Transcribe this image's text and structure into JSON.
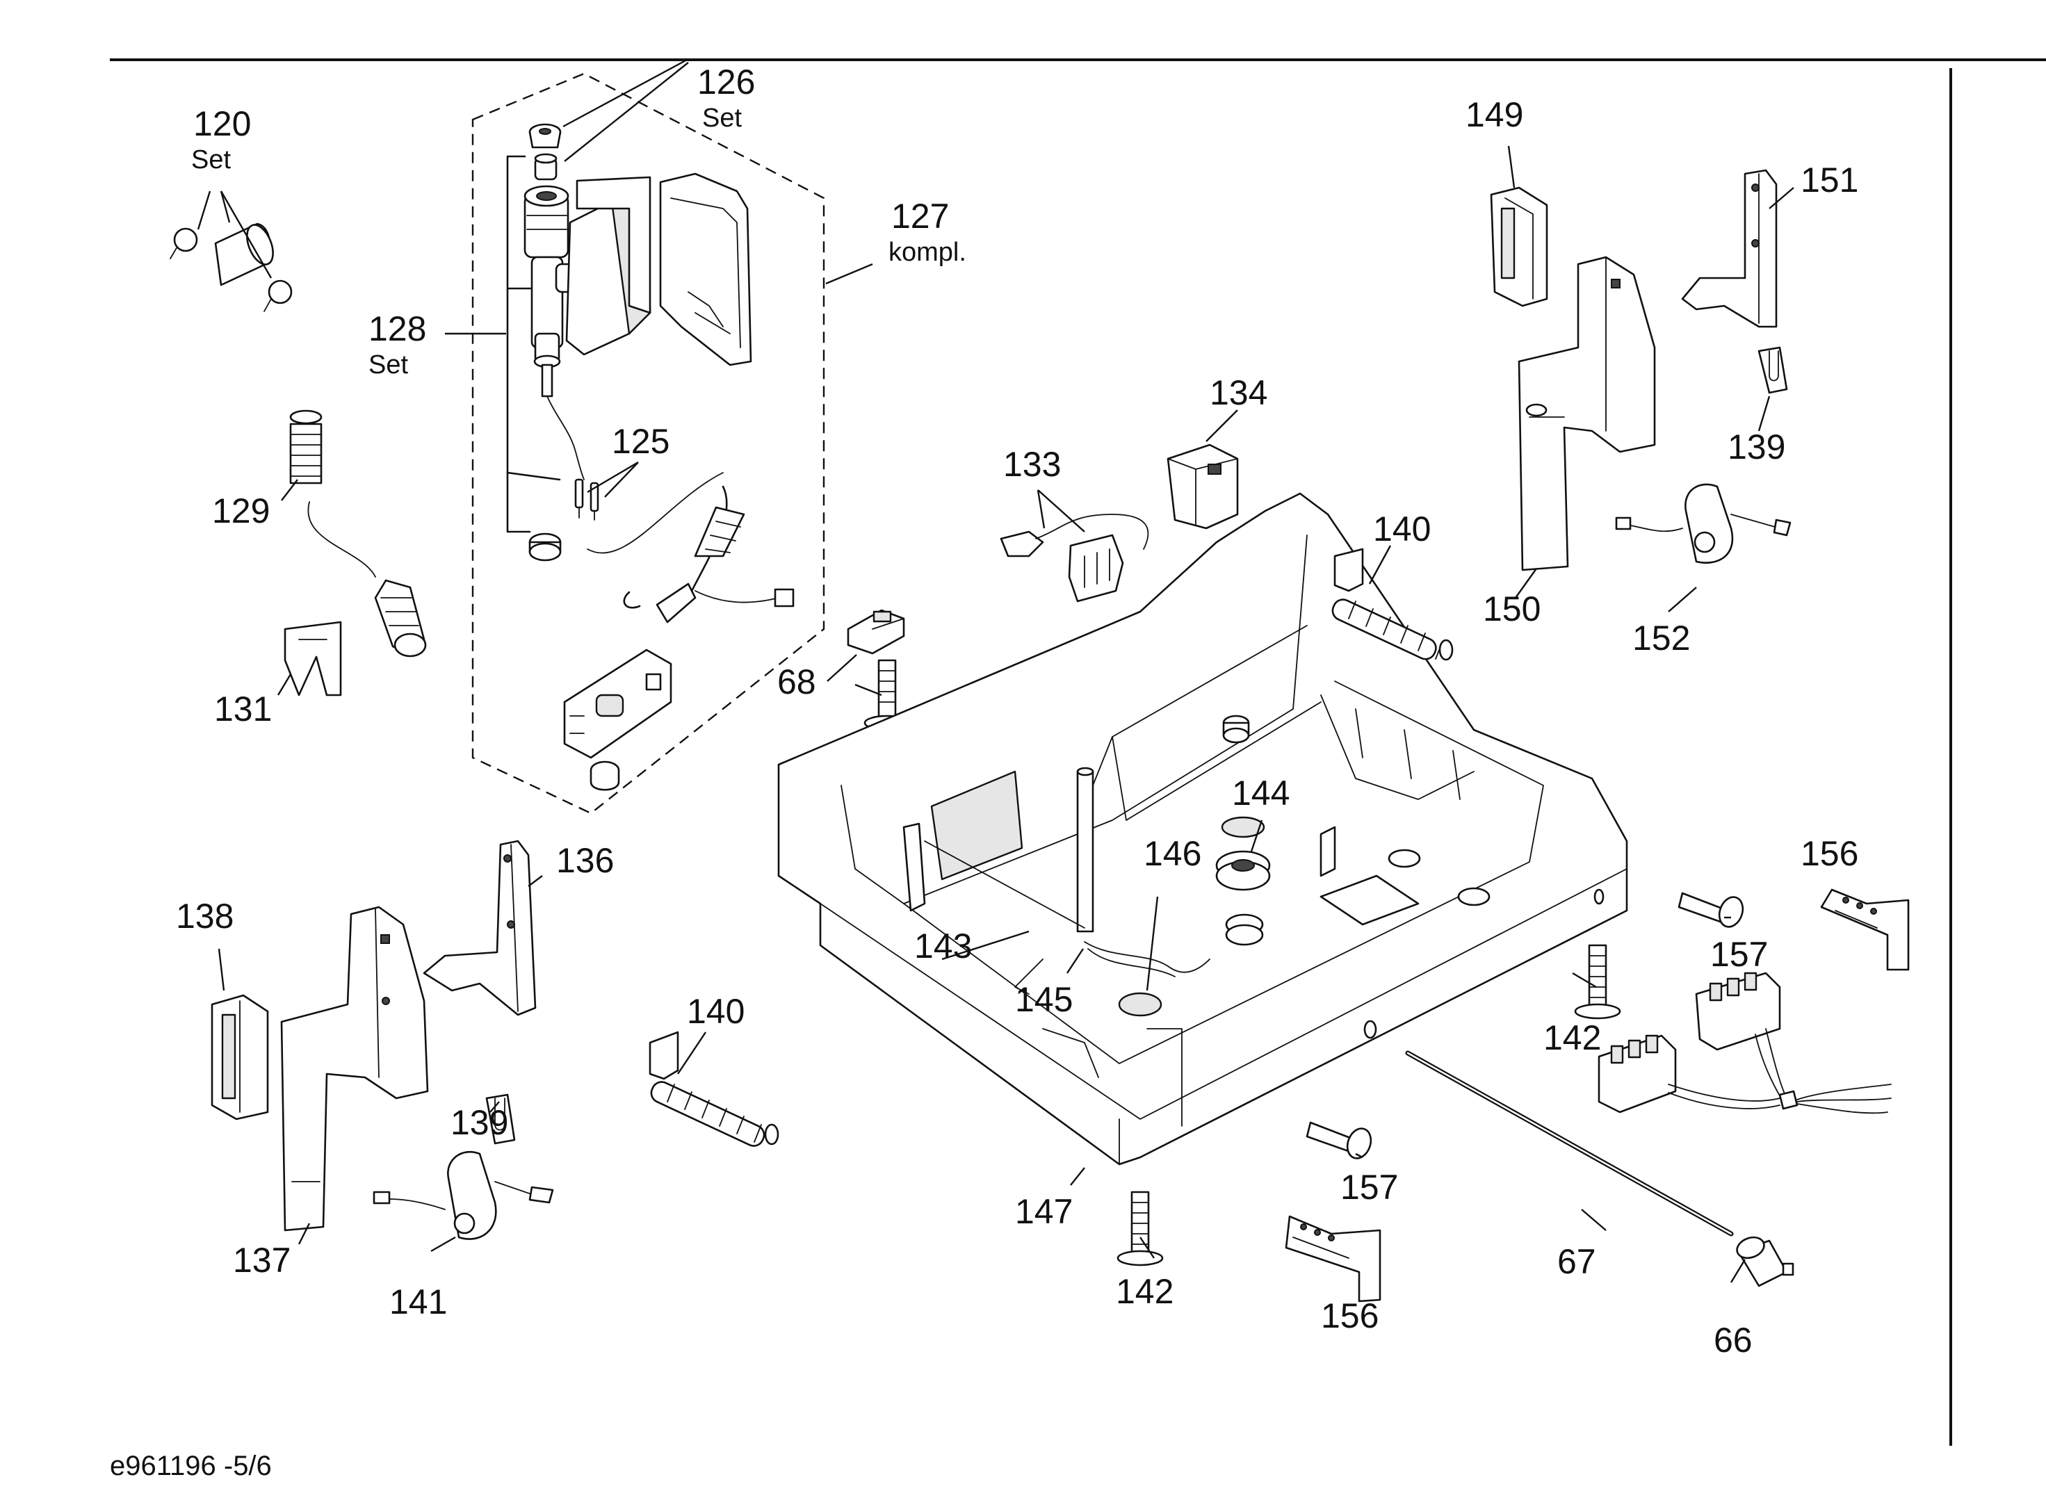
{
  "drawing_id": "e961196 -5/6",
  "callouts": {
    "c120": {
      "num": "120",
      "note": "Set"
    },
    "c126": {
      "num": "126",
      "note": "Set"
    },
    "c127": {
      "num": "127",
      "note": "kompl."
    },
    "c128": {
      "num": "128",
      "note": "Set"
    },
    "c125": "125",
    "c129": "129",
    "c131": "131",
    "c68": "68",
    "c133": "133",
    "c134": "134",
    "c140a": "140",
    "c140b": "140",
    "c149": "149",
    "c151": "151",
    "c150": "150",
    "c139a": "139",
    "c139b": "139",
    "c152": "152",
    "c136": "136",
    "c138": "138",
    "c137": "137",
    "c141": "141",
    "c143": "143",
    "c144": "144",
    "c145": "145",
    "c146": "146",
    "c147": "147",
    "c142a": "142",
    "c142b": "142",
    "c156a": "156",
    "c156b": "156",
    "c157a": "157",
    "c157b": "157",
    "c67": "67",
    "c66": "66"
  }
}
